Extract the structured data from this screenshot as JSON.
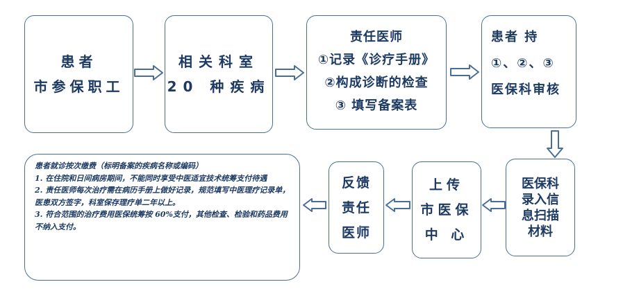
{
  "flow": {
    "step1": {
      "line1": "患者",
      "line2": "市参保职工"
    },
    "step2": {
      "line1": "相关科室",
      "line2": "20 种疾病"
    },
    "step3": {
      "title": "责任医师",
      "item1": "①记录《诊疗手册》",
      "item2": "②构成诊断的检查",
      "item3": "③ 填写备案表"
    },
    "step4": {
      "line1": "患者 持",
      "line2": "①、②、③",
      "line3": "医保科审核"
    },
    "step5": {
      "line1": "医保科",
      "line2": "录入信",
      "line3": "息扫描",
      "line4": "材料"
    },
    "step6": {
      "line1": "上传",
      "line2": "市医保",
      "line3": "中 心"
    },
    "step7": {
      "line1": "反馈",
      "line2": "责任",
      "line3": "医师"
    },
    "notes": {
      "heading": "患者就诊按次缴费（标明备案的疾病名称或编码）",
      "item1": "1. 在住院和日间病房期间，不能同时享受中医适宜技术统筹支付待遇",
      "item2": "2. 责任医师每次治疗需在病历手册上做好记录，规范填写中医理疗记录单，医患双方签字，科室保存理疗单二年以上。",
      "item3": "3. 符合范围的治疗费用医保统筹按 60%支付，其他检查、检验和药品费用不纳入支付。"
    }
  },
  "colors": {
    "border": "#4a6d96",
    "text": "#1d3a63",
    "arrow_stroke": "#4a6d96",
    "arrow_fill": "#ffffff"
  },
  "icons": {
    "right_arrow": "hollow-block-arrow-right",
    "down_arrow": "hollow-block-arrow-down",
    "left_arrow": "hollow-block-arrow-left"
  }
}
